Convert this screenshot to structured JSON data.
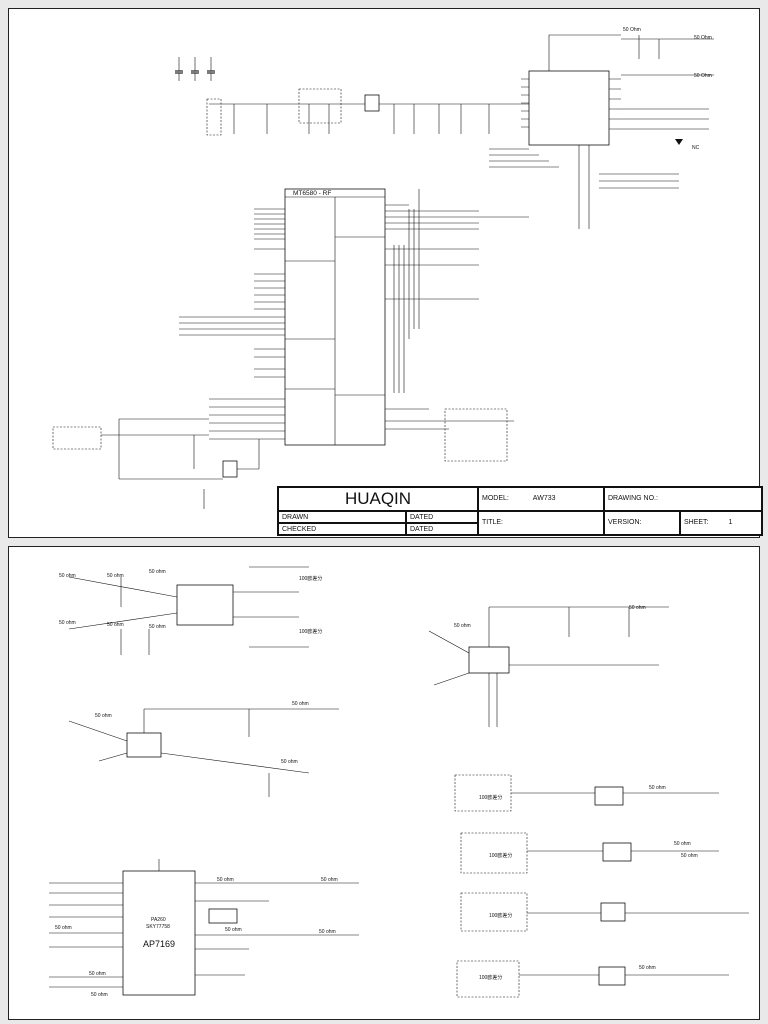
{
  "sheet1": {
    "main_chip_title": "MT6580 - RF",
    "labels": {
      "ohm_a": "50 Ohm",
      "ohm_b": "50 Ohm",
      "ohm_c": "50 Ohm",
      "nc": "NC"
    },
    "title_block": {
      "company": "HUAQIN",
      "model_label": "MODEL:",
      "model_value": "AW733",
      "drawing_no_label": "DRAWING NO.:",
      "drawn_label": "DRAWN",
      "dated_label_1": "DATED",
      "checked_label": "CHECKED",
      "dated_label_2": "DATED",
      "title_label": "TITLE:",
      "version_label": "VERSION:",
      "sheet_label": "SHEET:",
      "sheet_value": "1"
    }
  },
  "sheet2": {
    "ohm_label": "50 ohm",
    "diff_label": "100欧差分",
    "pa_chip": {
      "line1": "PA260",
      "line2": "SKY77758",
      "name": "AP7169"
    }
  }
}
